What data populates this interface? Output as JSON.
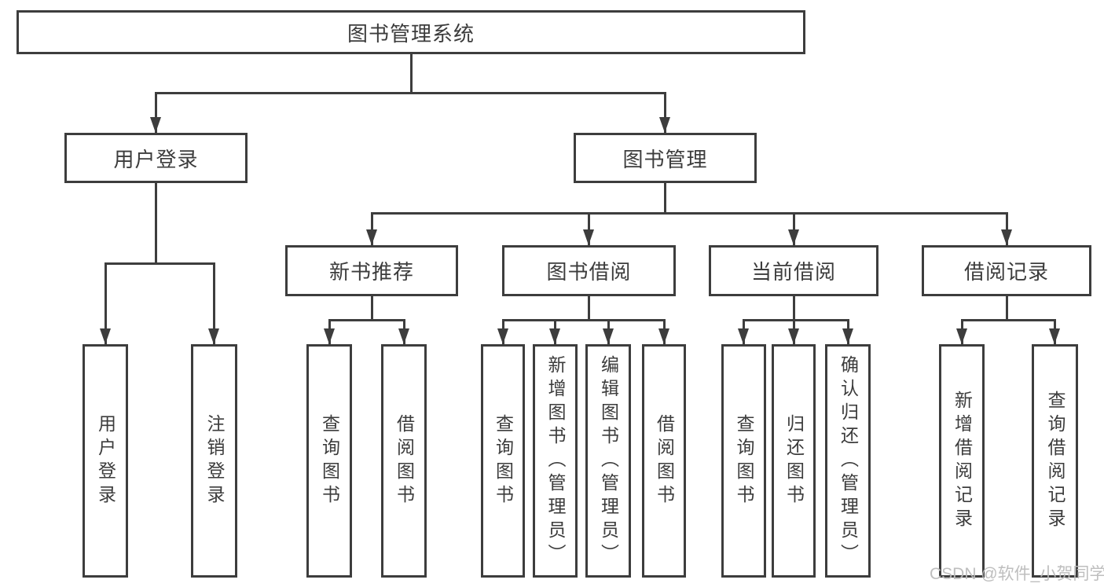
{
  "tree": {
    "label": "图书管理系统",
    "children": [
      {
        "label": "用户登录",
        "children": [
          {
            "label": "用户登录"
          },
          {
            "label": "注销登录"
          }
        ]
      },
      {
        "label": "图书管理",
        "children": [
          {
            "label": "新书推荐",
            "children": [
              {
                "label": "查询图书"
              },
              {
                "label": "借阅图书"
              }
            ]
          },
          {
            "label": "图书借阅",
            "children": [
              {
                "label": "查询图书"
              },
              {
                "label": "新增图书（管理员）"
              },
              {
                "label": "编辑图书（管理员）"
              },
              {
                "label": "借阅图书"
              }
            ]
          },
          {
            "label": "当前借阅",
            "children": [
              {
                "label": "查询图书"
              },
              {
                "label": "归还图书"
              },
              {
                "label": "确认归还（管理员）"
              }
            ]
          },
          {
            "label": "借阅记录",
            "children": [
              {
                "label": "新增借阅记录"
              },
              {
                "label": "查询借阅记录"
              }
            ]
          }
        ]
      }
    ]
  },
  "watermark": "CSDN @软件_小贺同学",
  "colors": {
    "line": "#3d3d3d",
    "text": "#3c3c3c",
    "background": "#ffffff",
    "watermark": "#bababa"
  }
}
